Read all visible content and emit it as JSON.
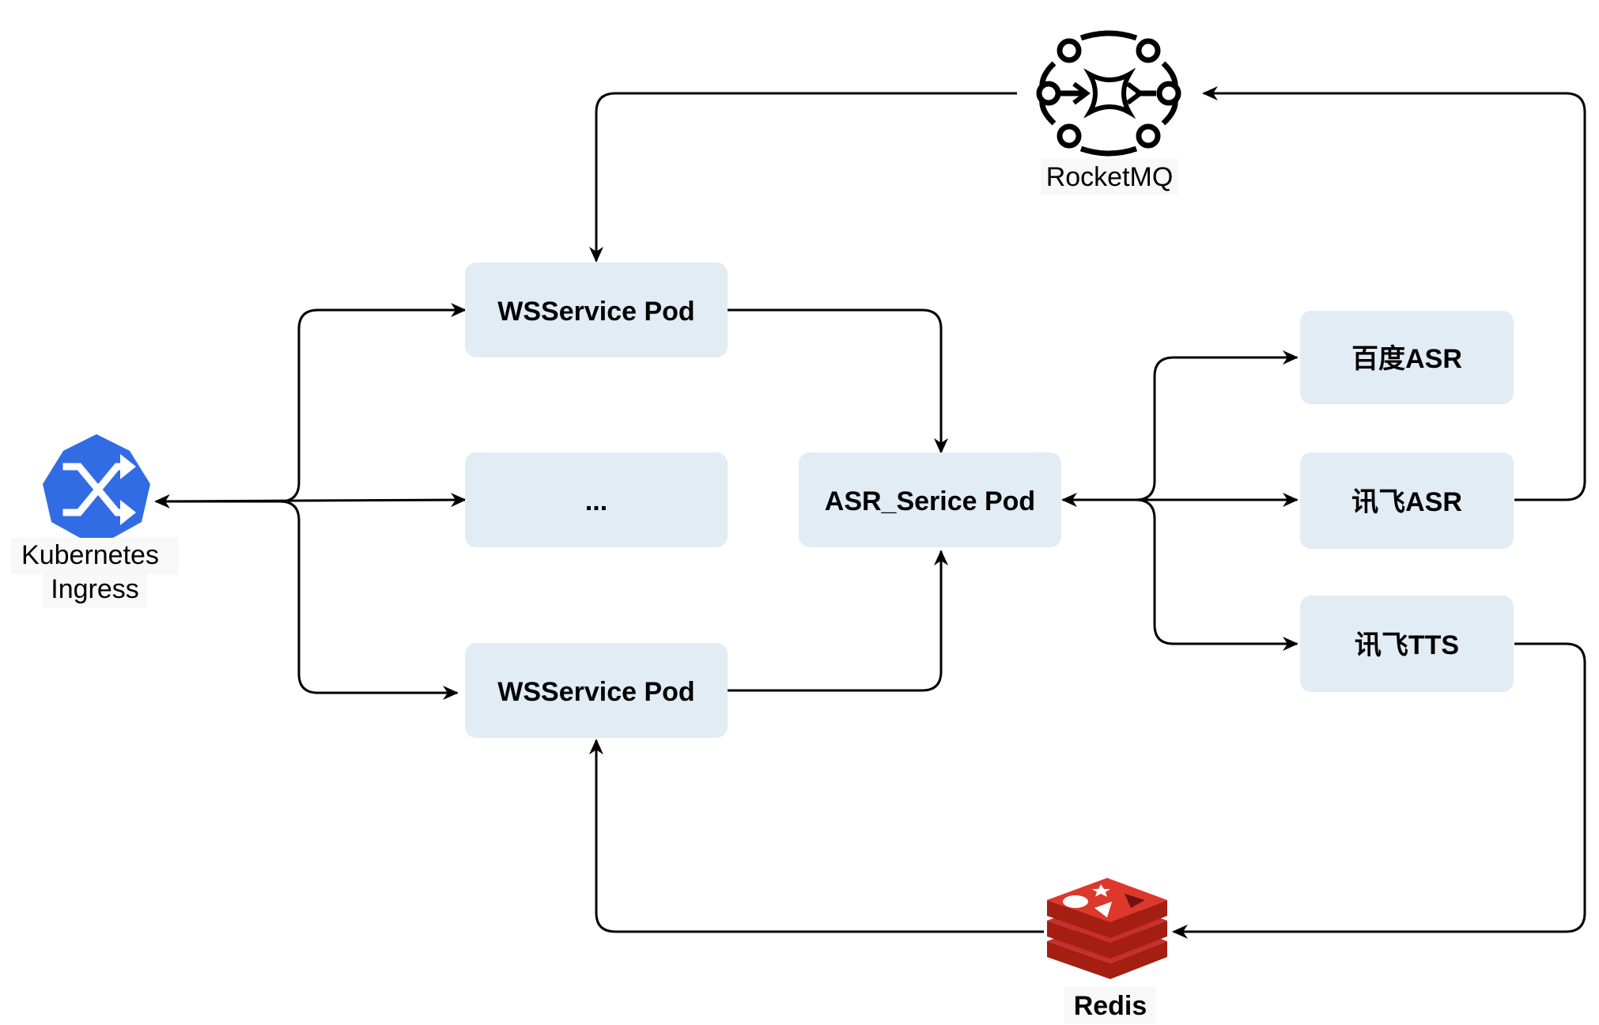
{
  "colors": {
    "box_fill": "#E1ECF5",
    "edge": "#000000",
    "ingress_icon": "#326CE5",
    "redis_icon": "#C6302B"
  },
  "nodes": {
    "ingress": {
      "label_line1": "Kubernetes",
      "label_line2": "Ingress",
      "icon": "kubernetes-ingress-icon"
    },
    "rocketmq": {
      "label": "RocketMQ",
      "icon": "rocketmq-icon"
    },
    "redis": {
      "label": "Redis",
      "icon": "redis-icon"
    },
    "ws_pod_top": {
      "label": "WSService Pod"
    },
    "ws_pod_mid": {
      "label": "..."
    },
    "ws_pod_bottom": {
      "label": "WSService Pod"
    },
    "asr_pod": {
      "label": "ASR_Serice Pod"
    },
    "baidu_asr": {
      "label": "百度ASR"
    },
    "xunfei_asr": {
      "label": "讯飞ASR"
    },
    "xunfei_tts": {
      "label": "讯飞TTS"
    }
  }
}
